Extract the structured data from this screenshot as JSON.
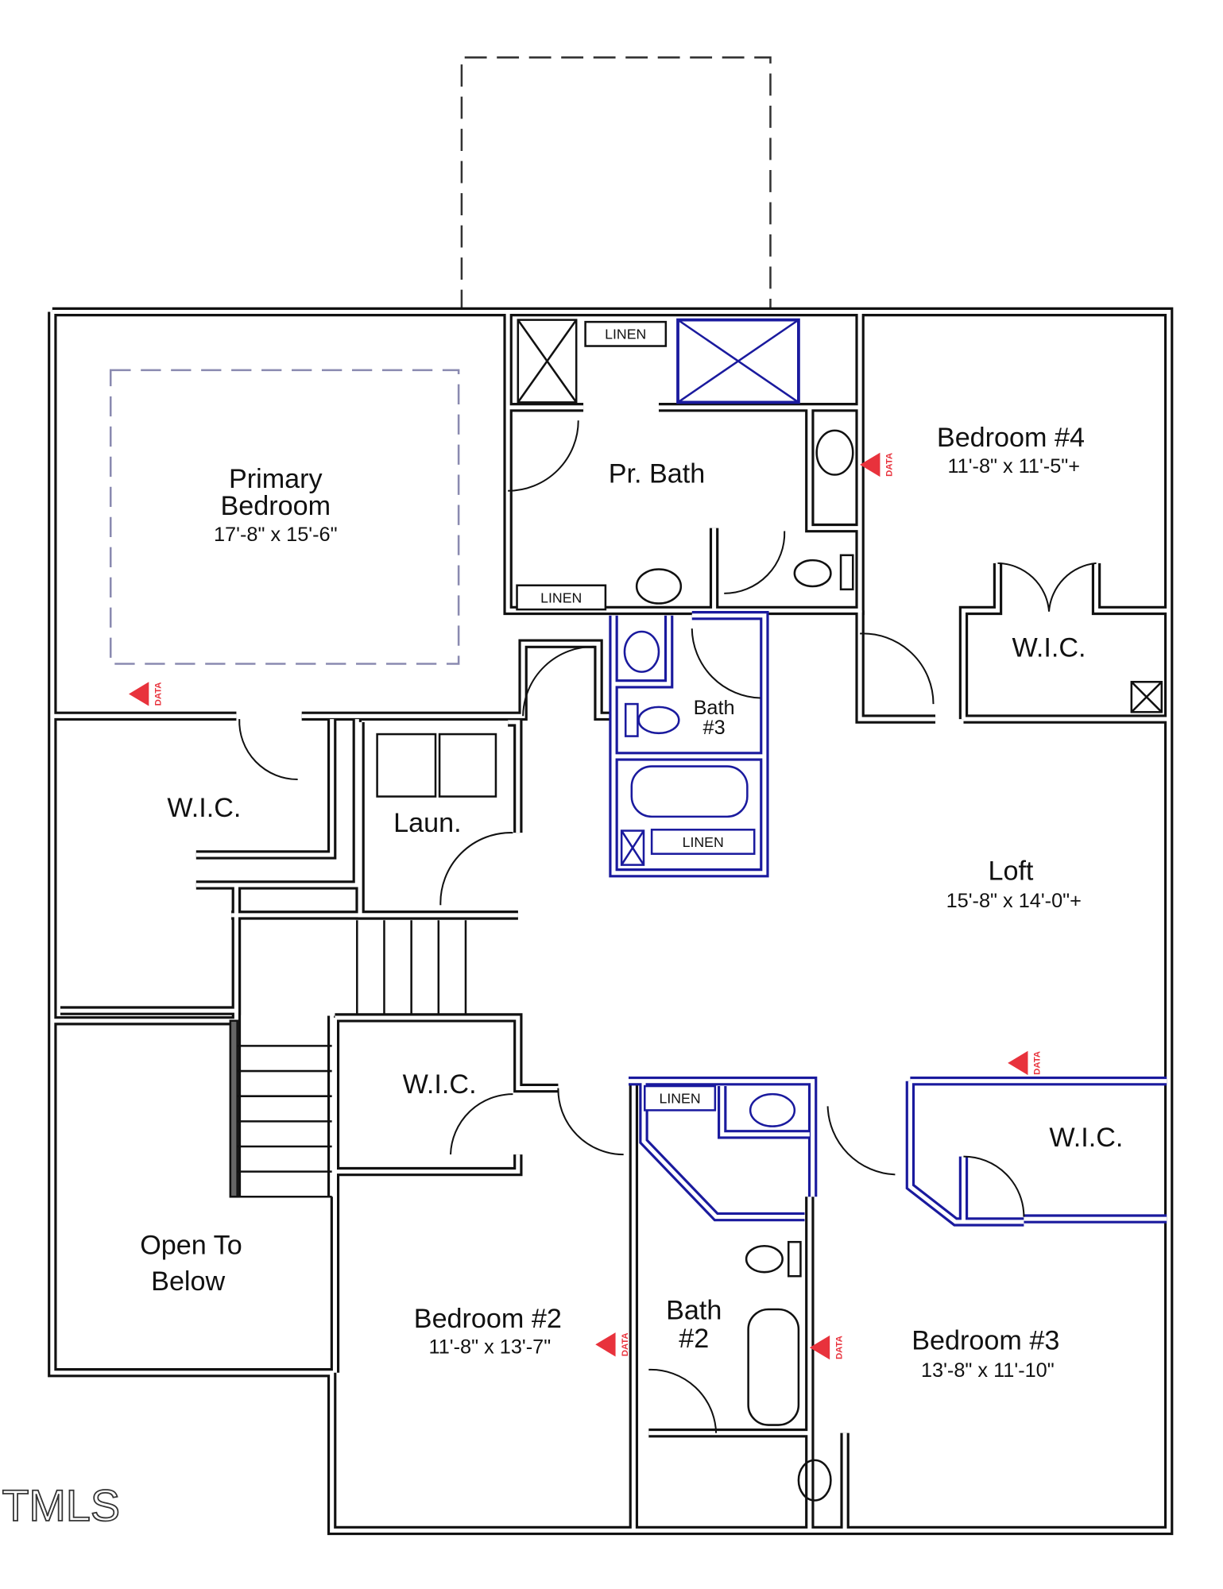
{
  "plan": {
    "rooms": {
      "primary_bedroom": {
        "name_line1": "Primary",
        "name_line2": "Bedroom",
        "dims": "17'-8\" x 15'-6\""
      },
      "pr_bath": {
        "name": "Pr. Bath"
      },
      "bedroom4": {
        "name": "Bedroom #4",
        "dims": "11'-8\" x 11'-5\"+"
      },
      "bath3": {
        "name_line1": "Bath",
        "name_line2": "#3"
      },
      "laundry": {
        "name": "Laun."
      },
      "loft": {
        "name": "Loft",
        "dims": "15'-8\" x 14'-0\"+"
      },
      "open_to_below": {
        "name_line1": "Open To",
        "name_line2": "Below"
      },
      "bedroom2": {
        "name": "Bedroom #2",
        "dims": "11'-8\" x 13'-7\""
      },
      "bath2": {
        "name_line1": "Bath",
        "name_line2": "#2"
      },
      "bedroom3": {
        "name": "Bedroom #3",
        "dims": "13'-8\" x 11'-10\""
      }
    },
    "wic_label": "W.I.C.",
    "linen_label": "LINEN",
    "data_tag": "DATA",
    "colors": {
      "wall": "#111111",
      "blue_fixture": "#1a1a9e",
      "tag": "#e8323c",
      "dashed": "#8a8ab0"
    }
  },
  "watermark": "TMLS"
}
